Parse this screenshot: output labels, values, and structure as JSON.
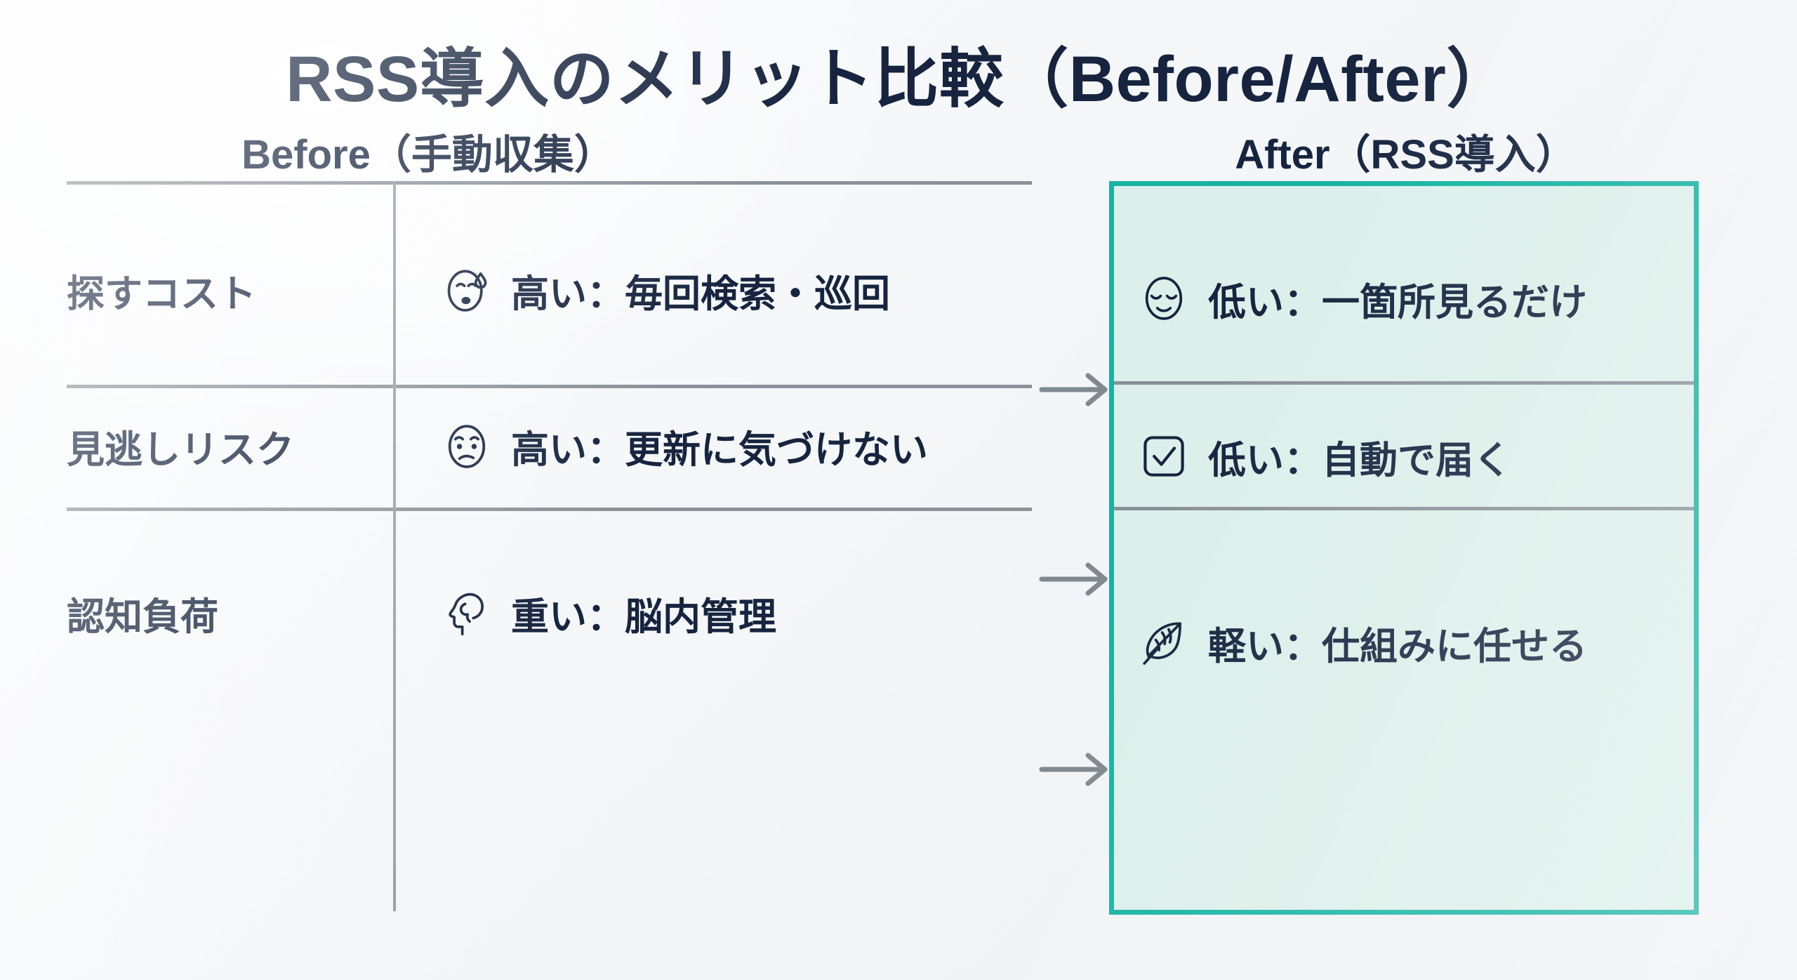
{
  "slide": {
    "title": "RSS導入のメリット比較（Before/After）",
    "colors": {
      "text": "#16243F",
      "accent_teal": "#16B3A1",
      "panel_bg": "#DCEFEA",
      "rule_gray": "#8A9199",
      "arrow_gray": "#808890",
      "background": "#F4F6F8"
    }
  },
  "headers": {
    "before": "Before（手動収集）",
    "after": "After（RSS導入）"
  },
  "arrow_symbol": "→",
  "chart_data": {
    "type": "table",
    "title": "RSS導入のメリット比較（Before/After）",
    "columns": [
      "",
      "Before（手動収集）",
      "",
      "After（RSS導入）"
    ],
    "rows": [
      {
        "label": "探すコスト",
        "before": {
          "icon": "face-with-cold-sweat-icon",
          "text": "高い：毎回検索・巡回"
        },
        "arrow": "→",
        "after": {
          "icon": "relieved-face-icon",
          "text": "低い：一箇所見るだけ"
        }
      },
      {
        "label": "見逃しリスク",
        "before": {
          "icon": "confused-face-icon",
          "text": "高い：更新に気づけない"
        },
        "arrow": "→",
        "after": {
          "icon": "check-box-icon",
          "text": "低い：自動で届く"
        }
      },
      {
        "label": "認知負荷",
        "before": {
          "icon": "head-with-brain-icon",
          "text": "重い：脳内管理"
        },
        "arrow": "→",
        "after": {
          "icon": "feather-icon",
          "text": "軽い：仕組みに任せる"
        }
      }
    ]
  }
}
